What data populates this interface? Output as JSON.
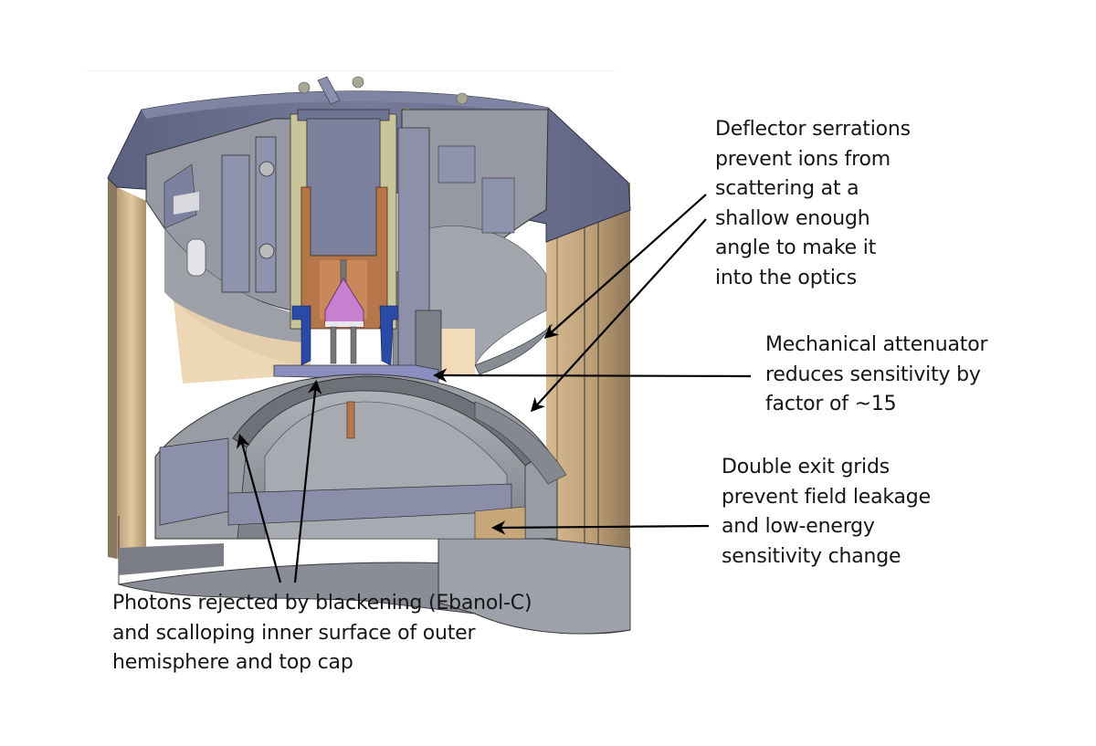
{
  "figure": {
    "subject": "Cutaway CAD model of an electrostatic ion analyzer sensor head",
    "colors": {
      "housing": "#6d7291",
      "housing_light": "#9a9eb6",
      "interior_grey": "#8e9098",
      "tan_shell": "#d9be94",
      "copper": "#b8784a",
      "olive": "#c9c49a",
      "magenta": "#c77fd0",
      "blue": "#2a4aa8",
      "arrow": "#000000"
    }
  },
  "annotations": [
    {
      "id": "deflector",
      "lines": [
        "Deflector serrations",
        "prevent ions from",
        "scattering at a",
        "shallow enough",
        "angle to make it",
        "into the optics"
      ],
      "arrow_count": 2
    },
    {
      "id": "attenuator",
      "lines": [
        "Mechanical attenuator",
        "reduces sensitivity by",
        "factor of ~15"
      ],
      "arrow_count": 1
    },
    {
      "id": "grids",
      "lines": [
        "Double exit grids",
        "prevent field leakage",
        "and low-energy",
        "sensitivity change"
      ],
      "arrow_count": 1
    },
    {
      "id": "photons",
      "lines": [
        "Photons rejected by blackening (Ebanol-C)",
        "and scalloping inner surface of outer",
        "hemisphere and top cap"
      ],
      "arrow_count": 2
    }
  ]
}
